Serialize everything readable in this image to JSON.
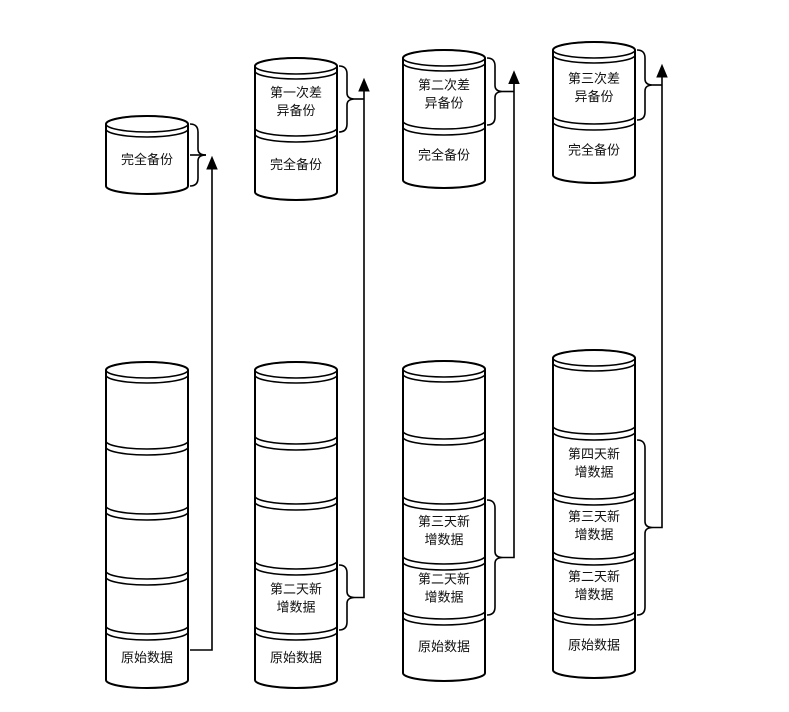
{
  "columns": [
    {
      "backup": [
        "完全备份"
      ],
      "data": [
        "",
        "",
        "",
        "",
        "原始数据"
      ]
    },
    {
      "backup": [
        "第一次差异备份",
        "完全备份"
      ],
      "data": [
        "",
        "",
        "",
        "第二天新增数据",
        "原始数据"
      ]
    },
    {
      "backup": [
        "第二次差异备份",
        "完全备份"
      ],
      "data": [
        "",
        "",
        "第三天新增数据",
        "第二天新增数据",
        "原始数据"
      ]
    },
    {
      "backup": [
        "第三次差异备份",
        "完全备份"
      ],
      "data": [
        "",
        "第四天新增数据",
        "第三天新增数据",
        "第二天新增数据",
        "原始数据"
      ]
    }
  ]
}
